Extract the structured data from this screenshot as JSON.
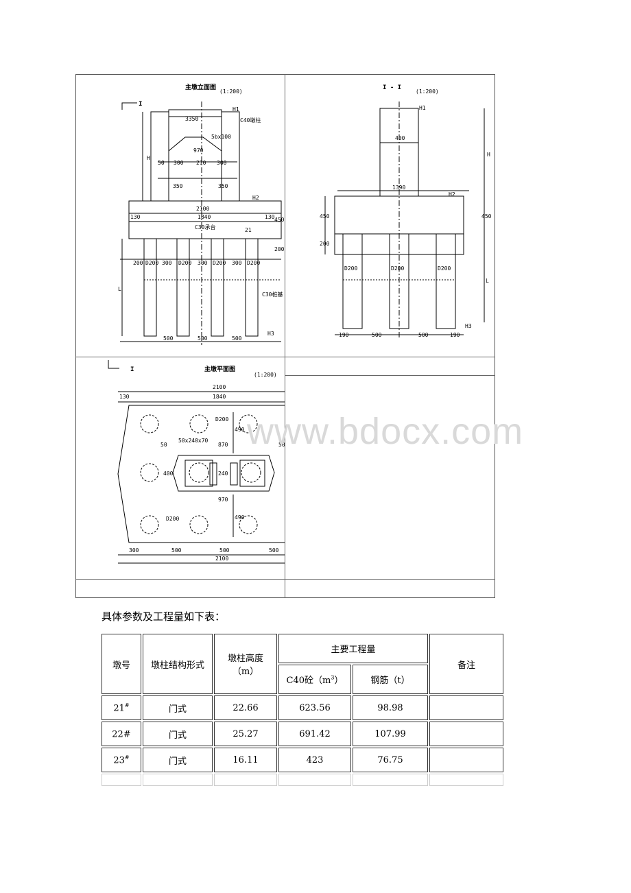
{
  "drawings": {
    "elevation": {
      "title": "主墩立面图",
      "scale": "(1:200)",
      "section_mark": "I",
      "labels": {
        "h1": "H1",
        "h2": "H2",
        "h3": "H3",
        "h": "H",
        "l": "L",
        "c40": "C40墩柱",
        "c30_cap": "C30承台",
        "c30_pile": "C30桩基",
        "seg": "5bx100",
        "d1": "D200",
        "d2": "D200",
        "d3": "D200",
        "d4": "D200",
        "n21": "21"
      },
      "dims": {
        "d350a": "3350",
        "d50": "50",
        "d300a": "300",
        "d270": "270",
        "d300b": "300",
        "d970": "970",
        "d350b": "350",
        "d350c": "350",
        "d2100": "2100",
        "d130a": "130",
        "d1840": "1840",
        "d130b": "130",
        "d450": "450",
        "d200": "200",
        "d200b": "200",
        "d300c": "300",
        "d300d": "300",
        "d300e": "300",
        "d500a": "500",
        "d500b": "500",
        "d500c": "500"
      }
    },
    "section": {
      "title": "I - I",
      "scale": "(1:200)",
      "labels": {
        "h1": "H1",
        "h2": "H2",
        "h3": "H3",
        "h": "H",
        "l": "L",
        "d1": "D200",
        "d2": "D200",
        "d3": "D200"
      },
      "dims": {
        "d400": "400",
        "d1390": "1390",
        "d450a": "450",
        "d450b": "450",
        "d200": "200",
        "d190a": "190",
        "d500a": "500",
        "d500b": "500",
        "d190b": "190"
      }
    },
    "plan": {
      "title": "主墩平面图",
      "scale": "(1:200)",
      "section_mark": "I",
      "dims": {
        "top2100": "2100",
        "d130": "130",
        "d1840": "1840",
        "d200lbl": "D200",
        "d490a": "490",
        "seg": "50x240x70",
        "d50a": "50",
        "d870": "870",
        "d50b": "50",
        "d400": "400",
        "d240": "240",
        "d970": "970",
        "d490b": "490",
        "d200lbl2": "D200",
        "d300": "300",
        "d500a": "500",
        "d500b": "500",
        "d500c": "500",
        "bot2100": "2100"
      }
    }
  },
  "watermark": "www.bdocx.com",
  "intro": "具体参数及工程量如下表：",
  "table": {
    "headers": {
      "pier_no": "墩号",
      "structure": "墩柱结构形式",
      "height": "墩柱高度",
      "height_unit": "（m）",
      "quantities": "主要工程量",
      "concrete": "C40砼（m",
      "concrete_sup": "3",
      "concrete_close": "）",
      "rebar": "钢筋（t）",
      "remarks": "备注"
    },
    "rows": [
      {
        "no": "21",
        "sup": "#",
        "type": "门式",
        "height": "22.66",
        "concrete": "623.56",
        "rebar": "98.98",
        "remark": ""
      },
      {
        "no": "22#",
        "sup": "",
        "type": "门式",
        "height": "25.27",
        "concrete": "691.42",
        "rebar": "107.99",
        "remark": ""
      },
      {
        "no": "23",
        "sup": "#",
        "type": "门式",
        "height": "16.11",
        "concrete": "423",
        "rebar": "76.75",
        "remark": ""
      }
    ]
  }
}
